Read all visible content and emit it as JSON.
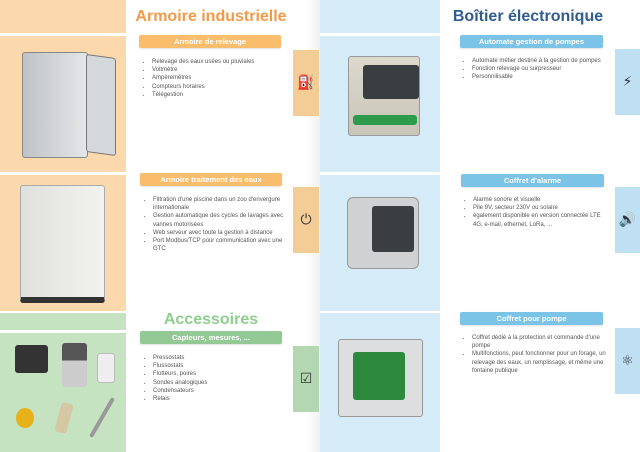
{
  "left_page": {
    "title": "Armoire industrielle",
    "sections": [
      {
        "heading": "Armoire de relevage",
        "items": [
          "Relevage des eaux usées ou pluviales",
          "Voltmètre",
          "Ampèremètres",
          "Compteurs horaires",
          "Télégestion"
        ],
        "icon": "pump-icon"
      },
      {
        "heading": "Armoire traitement des eaux",
        "items": [
          "Filtration d'une piscine dans un zoo d'envergure internationale",
          "Gestion automatique des cycles de lavages avec vannes motorisées",
          "Web serveur avec toute la gestion à distance",
          "Port Modbus/TCP pour communication avec une GTC"
        ],
        "icon": "plug-icon"
      }
    ],
    "accessories": {
      "title": "Accessoires",
      "heading": "Capteurs, mesures, ...",
      "items": [
        "Pressostats",
        "Flussostats",
        "Flotteurs, poires",
        "Sondes analogiques",
        "Condensateurs",
        "Relais"
      ],
      "icon": "checklist-icon"
    }
  },
  "right_page": {
    "title": "Boîtier électronique",
    "sections": [
      {
        "heading": "Automate gestion de pompes",
        "items": [
          "Automate métier destiné à la gestion de pompes",
          "Fonction relevage ou surpresseur",
          "Personnilisable"
        ],
        "icon": "lightning-icon"
      },
      {
        "heading": "Coffret d'alarme",
        "items": [
          "Alarme sonore et visuelle",
          "Pile 9V, secteur 230V ou solaire",
          "également disponible en version connectée LTE 4G, e-mail, ethernet, LoRa, ..."
        ],
        "icon": "speaker-icon"
      },
      {
        "heading": "Coffret pour pompe",
        "items": [
          "Coffret dédié à la protection et commande d'une pompe",
          "Multifonctions, peut fonctionner pour un forage, un relevage des eaux, un remplissage, et même une fontaine publique"
        ],
        "icon": "atom-icon"
      }
    ]
  },
  "colors": {
    "orange": "#f39a4a",
    "green": "#8fcf8e",
    "blue": "#2f5d8f"
  }
}
